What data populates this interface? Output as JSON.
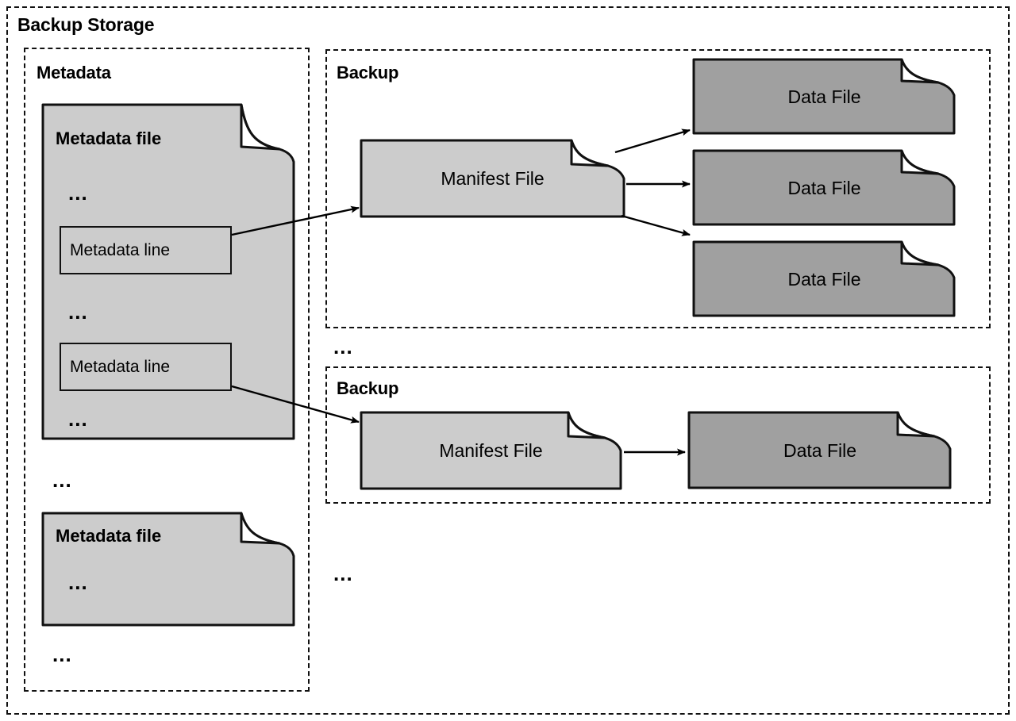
{
  "diagram": {
    "title": "Backup Storage",
    "ellipsis": "...",
    "colors": {
      "light_file_fill": "#cccccc",
      "dark_file_fill": "#a0a0a0",
      "stroke": "#111111",
      "background": "#ffffff",
      "text": "#000000"
    }
  },
  "metadata_section": {
    "title": "Metadata",
    "files": [
      {
        "label": "Metadata file",
        "ellipsis_top": "...",
        "ellipsis_middle": "...",
        "ellipsis_bottom": "...",
        "lines": [
          {
            "label": "Metadata line"
          },
          {
            "label": "Metadata line"
          }
        ]
      },
      {
        "label": "Metadata file",
        "ellipsis_inner": "..."
      }
    ],
    "ellipsis_between_files": "...",
    "ellipsis_after_files": "..."
  },
  "backups": [
    {
      "title": "Backup",
      "manifest": {
        "label": "Manifest File"
      },
      "data_files": [
        {
          "label": "Data File"
        },
        {
          "label": "Data File"
        },
        {
          "label": "Data File"
        }
      ]
    },
    {
      "title": "Backup",
      "manifest": {
        "label": "Manifest File"
      },
      "data_files": [
        {
          "label": "Data File"
        }
      ]
    }
  ],
  "ellipsis_between_backups": "...",
  "ellipsis_after_backups": "..."
}
